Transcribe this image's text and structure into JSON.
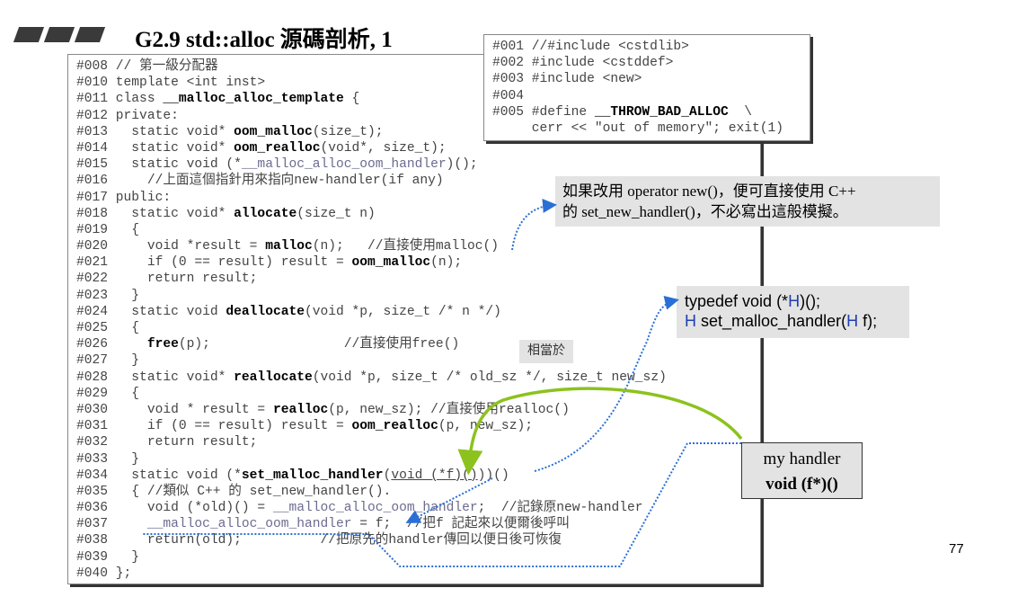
{
  "title": "G2.9 std::alloc 源碼剖析, 1",
  "header_code": [
    [
      [
        "#001 //#include <cstdlib>",
        ""
      ]
    ],
    [
      [
        "#002 #include <cstddef>",
        ""
      ]
    ],
    [
      [
        "#003 #include <new>",
        ""
      ]
    ],
    [
      [
        "#004",
        ""
      ]
    ],
    [
      [
        "#005 #define ",
        ""
      ],
      [
        "__THROW_BAD_ALLOC",
        "b"
      ],
      [
        "  \\",
        ""
      ]
    ],
    [
      [
        "     cerr << \"out of memory\"; exit(1)",
        ""
      ]
    ]
  ],
  "main_code": [
    [
      [
        "#008 // 第一級分配器",
        ""
      ]
    ],
    [
      [
        "#010 template <int inst>",
        ""
      ]
    ],
    [
      [
        "#011 class ",
        ""
      ],
      [
        "__malloc_alloc_template",
        "b"
      ],
      [
        " {",
        ""
      ]
    ],
    [
      [
        "#012 private:",
        ""
      ]
    ],
    [
      [
        "#013   static void* ",
        ""
      ],
      [
        "oom_malloc",
        "b"
      ],
      [
        "(size_t);",
        ""
      ]
    ],
    [
      [
        "#014   static void* ",
        ""
      ],
      [
        "oom_realloc",
        "b"
      ],
      [
        "(void*, size_t);",
        ""
      ]
    ],
    [
      [
        "#015   static void (*",
        ""
      ],
      [
        "__malloc_alloc_oom_handler",
        "g"
      ],
      [
        ")();",
        ""
      ]
    ],
    [
      [
        "#016     //上面這個指針用來指向new-handler(if any)",
        ""
      ]
    ],
    [
      [
        "#017 public:",
        ""
      ]
    ],
    [
      [
        "#018   static void* ",
        ""
      ],
      [
        "allocate",
        "b"
      ],
      [
        "(size_t n)",
        ""
      ]
    ],
    [
      [
        "#019   {",
        ""
      ]
    ],
    [
      [
        "#020     void *result = ",
        ""
      ],
      [
        "malloc",
        "b"
      ],
      [
        "(n);   //直接使用malloc()",
        ""
      ]
    ],
    [
      [
        "#021     if (0 == result) result = ",
        ""
      ],
      [
        "oom_malloc",
        "b"
      ],
      [
        "(n);",
        ""
      ]
    ],
    [
      [
        "#022     return result;",
        ""
      ]
    ],
    [
      [
        "#023   }",
        ""
      ]
    ],
    [
      [
        "#024   static void ",
        ""
      ],
      [
        "deallocate",
        "b"
      ],
      [
        "(void *p, size_t /* n */)",
        ""
      ]
    ],
    [
      [
        "#025   {",
        ""
      ]
    ],
    [
      [
        "#026     ",
        ""
      ],
      [
        "free",
        "b"
      ],
      [
        "(p);                 //直接使用free()",
        ""
      ]
    ],
    [
      [
        "#027   }",
        ""
      ]
    ],
    [
      [
        "#028   static void* ",
        ""
      ],
      [
        "reallocate",
        "b"
      ],
      [
        "(void *p, size_t /* old_sz */, size_t new_sz)",
        ""
      ]
    ],
    [
      [
        "#029   {",
        ""
      ]
    ],
    [
      [
        "#030     void * result = ",
        ""
      ],
      [
        "realloc",
        "b"
      ],
      [
        "(p, new_sz); //直接使用realloc()",
        ""
      ]
    ],
    [
      [
        "#031     if (0 == result) result = ",
        ""
      ],
      [
        "oom_realloc",
        "b"
      ],
      [
        "(p, new_sz);",
        ""
      ]
    ],
    [
      [
        "#032     return result;",
        ""
      ]
    ],
    [
      [
        "#033   }",
        ""
      ]
    ],
    [
      [
        "#034   static void (*",
        ""
      ],
      [
        "set_malloc_handler",
        "b"
      ],
      [
        "(",
        ""
      ],
      [
        "void (*f)()",
        "u"
      ],
      [
        "))()",
        ""
      ]
    ],
    [
      [
        "#035   { //類似 C++ 的 set_new_handler().",
        ""
      ]
    ],
    [
      [
        "#036     void (*old)() = ",
        ""
      ],
      [
        "__malloc_alloc_oom_handler",
        "g"
      ],
      [
        ";  //記錄原new-handler",
        ""
      ]
    ],
    [
      [
        "#037     ",
        ""
      ],
      [
        "__malloc_alloc_oom_handler",
        "g"
      ],
      [
        " = f;  //把f 記起來以便爾後呼叫",
        ""
      ]
    ],
    [
      [
        "#038     return(old);          //把原先的handler傳回以便日後可恢復",
        ""
      ]
    ],
    [
      [
        "#039   }",
        ""
      ]
    ],
    [
      [
        "#040 };",
        ""
      ]
    ]
  ],
  "callout_operator_new": {
    "line1": "如果改用 operator new()，便可直接使用 C++",
    "line2": "的 set_new_handler()，不必寫出這般模擬。"
  },
  "callout_typedef": {
    "l1a": "typedef void (*",
    "l1h": "H",
    "l1b": ")();",
    "l2h1": "H",
    "l2a": " set_malloc_handler(",
    "l2h2": "H",
    "l2b": " f);"
  },
  "callout_equivalent": "相當於",
  "callout_my_handler": {
    "line1": "my handler",
    "line2": "void (f*)()"
  },
  "page_number": "77",
  "colors": {
    "arrow_blue": "#2a6fd6",
    "arrow_green": "#8cc21e",
    "callout_bg": "#e3e3e3"
  }
}
